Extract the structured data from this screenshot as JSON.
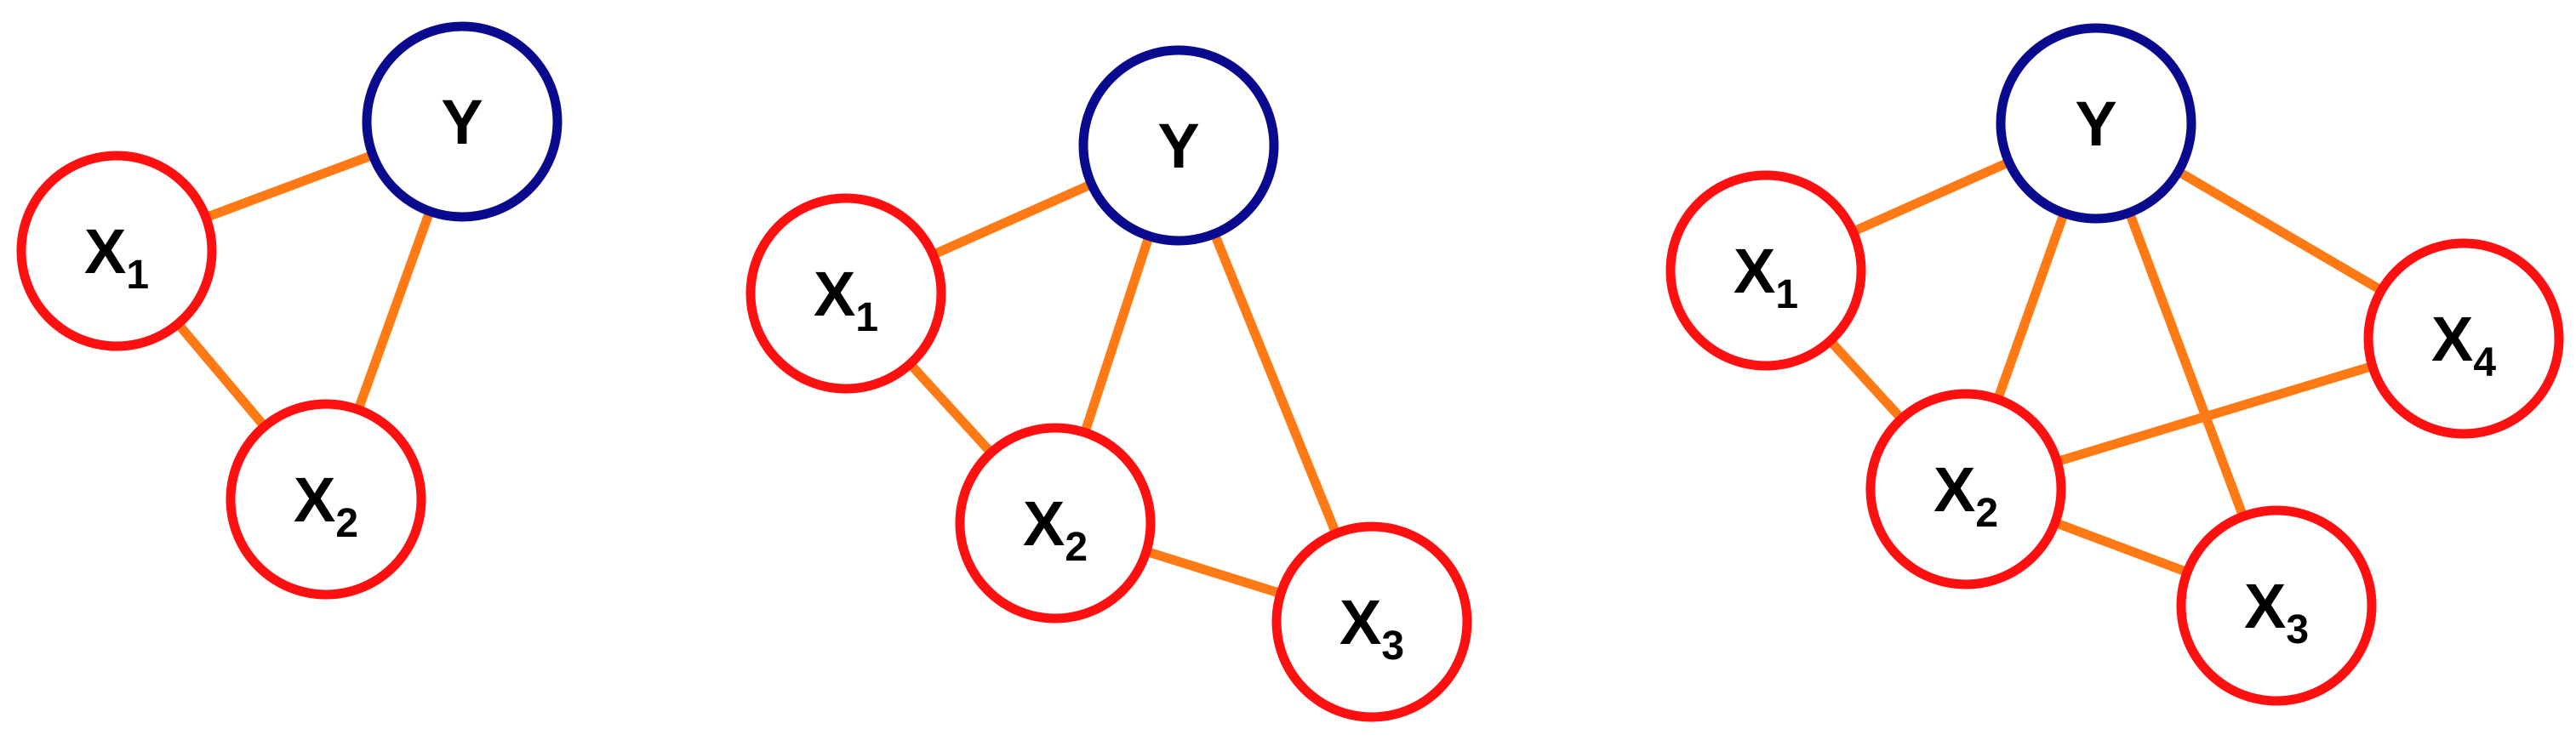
{
  "colors": {
    "edge": "#FF7A14",
    "target_node": "#0A0A8F",
    "feature_node": "#FF1010",
    "text": "#000000"
  },
  "graphs": [
    {
      "nodes": [
        {
          "id": "Y",
          "label": "Y",
          "sub": "",
          "kind": "target"
        },
        {
          "id": "X1",
          "label": "X",
          "sub": "1",
          "kind": "feature"
        },
        {
          "id": "X2",
          "label": "X",
          "sub": "2",
          "kind": "feature"
        }
      ],
      "edges": [
        [
          "X1",
          "Y"
        ],
        [
          "Y",
          "X2"
        ],
        [
          "X1",
          "X2"
        ]
      ]
    },
    {
      "nodes": [
        {
          "id": "Y",
          "label": "Y",
          "sub": "",
          "kind": "target"
        },
        {
          "id": "X1",
          "label": "X",
          "sub": "1",
          "kind": "feature"
        },
        {
          "id": "X2",
          "label": "X",
          "sub": "2",
          "kind": "feature"
        },
        {
          "id": "X3",
          "label": "X",
          "sub": "3",
          "kind": "feature"
        }
      ],
      "edges": [
        [
          "X1",
          "Y"
        ],
        [
          "Y",
          "X2"
        ],
        [
          "Y",
          "X3"
        ],
        [
          "X1",
          "X2"
        ],
        [
          "X2",
          "X3"
        ]
      ]
    },
    {
      "nodes": [
        {
          "id": "Y",
          "label": "Y",
          "sub": "",
          "kind": "target"
        },
        {
          "id": "X1",
          "label": "X",
          "sub": "1",
          "kind": "feature"
        },
        {
          "id": "X2",
          "label": "X",
          "sub": "2",
          "kind": "feature"
        },
        {
          "id": "X3",
          "label": "X",
          "sub": "3",
          "kind": "feature"
        },
        {
          "id": "X4",
          "label": "X",
          "sub": "4",
          "kind": "feature"
        }
      ],
      "edges": [
        [
          "X1",
          "Y"
        ],
        [
          "Y",
          "X2"
        ],
        [
          "Y",
          "X3"
        ],
        [
          "Y",
          "X4"
        ],
        [
          "X1",
          "X2"
        ],
        [
          "X2",
          "X3"
        ],
        [
          "X2",
          "X4"
        ]
      ]
    }
  ]
}
